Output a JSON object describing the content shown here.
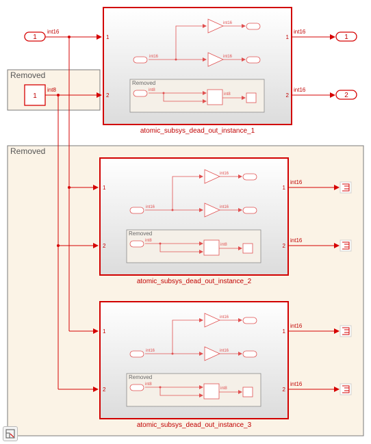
{
  "colors": {
    "wire": "#d60000",
    "removed_fill": "#fbf3e6",
    "removed_border": "#7a7a7a",
    "inner_removed_fill": "#f5f0e8",
    "subsystem_border": "#d10000",
    "label_text": "#c00000",
    "removed_text": "#555555"
  },
  "removed_label": "Removed",
  "inport_labels": [
    "1",
    "1"
  ],
  "outport_labels": [
    "1",
    "2"
  ],
  "signal_labels": {
    "in1": "int16",
    "in2": "int8",
    "inst1_out1": "int16",
    "inst1_out2": "int16",
    "inst2_out1": "int16",
    "inst2_out2": "int16",
    "inst3_out1": "int16",
    "inst3_out2": "int16"
  },
  "subsystems": [
    {
      "name": "atomic_subsys_dead_out_instance_1",
      "in_ports": [
        "1",
        "2"
      ],
      "out_ports": [
        "1",
        "2"
      ],
      "inner": {
        "gain_sig": "int16",
        "src_sig": "int16",
        "gain2_sig": "int16",
        "removed_label": "Removed",
        "int8_in": "int8",
        "int8_out": "int8"
      }
    },
    {
      "name": "atomic_subsys_dead_out_instance_2",
      "in_ports": [
        "1",
        "2"
      ],
      "out_ports": [
        "1",
        "2"
      ],
      "inner": {
        "gain_sig": "int16",
        "src_sig": "int16",
        "gain2_sig": "int16",
        "removed_label": "Removed",
        "int8_in": "int8",
        "int8_out": "int8"
      }
    },
    {
      "name": "atomic_subsys_dead_out_instance_3",
      "in_ports": [
        "1",
        "2"
      ],
      "out_ports": [
        "1",
        "2"
      ],
      "inner": {
        "gain_sig": "int16",
        "src_sig": "int16",
        "gain2_sig": "int16",
        "removed_label": "Removed",
        "int8_in": "int8",
        "int8_out": "int8"
      }
    }
  ],
  "toolbar_icon": "fit-to-view-icon"
}
